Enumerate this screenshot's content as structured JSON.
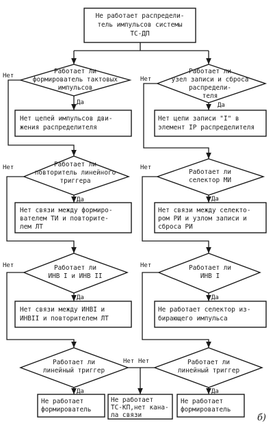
{
  "top": [
    "Не работает распредели-",
    "тель импульсов системы",
    "ТС-ДП"
  ],
  "d1": [
    "Работает ли",
    "формирователь тактовых",
    "импульсов"
  ],
  "d2": [
    "Работает ли",
    "узел записи и сброса",
    "распредели-",
    "теля"
  ],
  "r1": [
    "Нет цепей импульсов дви-",
    "жения распределителя"
  ],
  "r2": [
    "Нет цепи записи \"I\" в",
    "элемент IР распределителя"
  ],
  "d3": [
    "Работает ли",
    "повторитель линейного",
    "триггера"
  ],
  "d4": [
    "Работает ли",
    "селектор МИ"
  ],
  "r3": [
    "Нет связи между формиро-",
    "вателем ТИ и повторите-",
    "лем ЛТ"
  ],
  "r4": [
    "Нет связи между селекто-",
    "ром РИ и узлом записи и",
    "сброса РИ"
  ],
  "d5": [
    "Работает ли",
    "ИНВ I и ИНВ II"
  ],
  "d6": [
    "Работает ли",
    "ИНВ I"
  ],
  "r5": [
    "Нет связи между ИНВI и",
    "ИНВII и повторителем ЛТ"
  ],
  "r6": [
    "Не работает селектор из-",
    "бирающего импульса"
  ],
  "d7": [
    "Работает ли",
    "линейный триггер"
  ],
  "d8": [
    "Работает ли",
    "линейный триггер"
  ],
  "b1": [
    "Не работает",
    "формирователь"
  ],
  "b2": [
    "Не работает",
    "ТС-КП,нет кана-",
    "ла связи"
  ],
  "b3": [
    "Не работает",
    "формирователь"
  ],
  "labels": {
    "yes": "Да",
    "no": "Нет"
  },
  "figure_label": "б)"
}
